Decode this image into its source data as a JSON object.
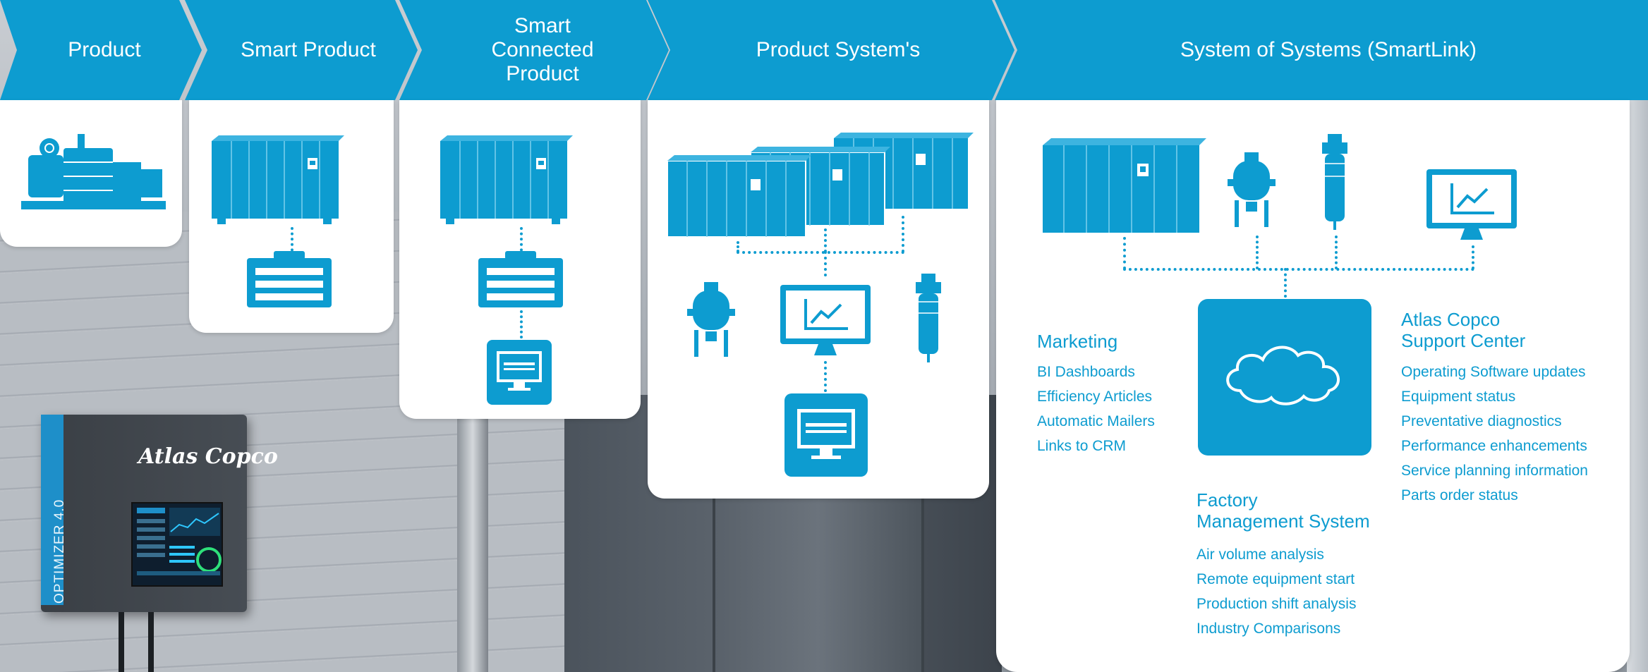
{
  "stages": [
    {
      "label": "Product"
    },
    {
      "label": "Smart Product"
    },
    {
      "label": "Smart Connected Product"
    },
    {
      "label": "Product System's"
    },
    {
      "label": "System of Systems (SmartLink)"
    }
  ],
  "sections": {
    "marketing": {
      "title": "Marketing",
      "items": [
        "BI Dashboards",
        "Efficiency Articles",
        "Automatic Mailers",
        "Links to CRM"
      ]
    },
    "support": {
      "title_line1": "Atlas Copco",
      "title_line2": "Support Center",
      "items": [
        "Operating Software updates",
        "Equipment status",
        "Preventative diagnostics",
        "Performance enhancements",
        "Service planning information",
        "Parts order status"
      ]
    },
    "factory": {
      "title_line1": "Factory",
      "title_line2": "Management System",
      "items": [
        "Air volume analysis",
        "Remote equipment start",
        "Production shift analysis",
        "Industry Comparisons"
      ]
    }
  },
  "device": {
    "brand": "Atlas Copco",
    "label": "OPTIMIZER 4.0"
  },
  "colors": {
    "accent": "#0d9cd0",
    "card": "#ffffff"
  },
  "icons": [
    "compressor-icon",
    "cabinet-compressor-icon",
    "controller-icon",
    "monitor-chart-icon",
    "dryer-icon",
    "filter-icon",
    "cloud-icon",
    "computer-icon"
  ]
}
